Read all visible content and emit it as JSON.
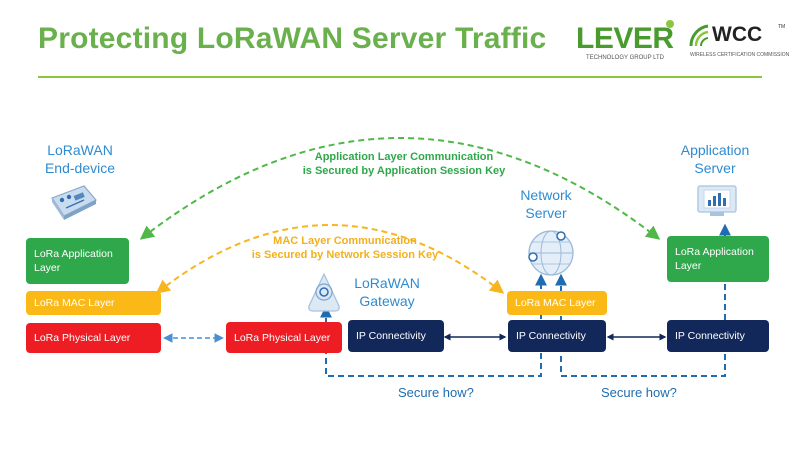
{
  "slide": {
    "title": "Protecting LoRaWAN Server Traffic"
  },
  "logos": {
    "lever": {
      "word": "LEVER",
      "subtitle": "TECHNOLOGY GROUP LTD"
    },
    "wcc": {
      "word": "WCC",
      "tm": "TM",
      "subtitle": "WIRELESS CERTIFICATION COMMISSION"
    }
  },
  "nodes": {
    "end_device": {
      "line1": "LoRaWAN",
      "line2": "End-device",
      "icon": "end-device-icon"
    },
    "gateway": {
      "line1": "LoRaWAN",
      "line2": "Gateway",
      "icon": "gateway-icon"
    },
    "network_server": {
      "line1": "Network",
      "line2": "Server",
      "icon": "network-server-icon"
    },
    "application_server": {
      "line1": "Application",
      "line2": "Server",
      "icon": "application-server-icon"
    }
  },
  "layers": {
    "end_device_app": "LoRa Application Layer",
    "end_device_mac": "LoRa MAC Layer",
    "end_device_phy": "LoRa Physical Layer",
    "gateway_phy": "LoRa Physical Layer",
    "gateway_ip": "IP Connectivity",
    "network_mac": "LoRa MAC Layer",
    "network_ip": "IP Connectivity",
    "app_server_app": "LoRa Application Layer",
    "app_server_ip": "IP Connectivity"
  },
  "captions": {
    "app_layer": {
      "line1": "Application Layer Communication",
      "line2": "is Secured by Application Session Key"
    },
    "mac_layer": {
      "line1": "MAC Layer Communication",
      "line2": "is Secured by Network Session Key"
    }
  },
  "questions": {
    "left": "Secure how?",
    "right": "Secure how?"
  },
  "colors": {
    "title": "#6ab04c",
    "application_layer": "#2ea84a",
    "mac_layer": "#fbb917",
    "physical_layer": "#ee1d24",
    "ip_connectivity": "#13285a",
    "node_label": "#2e8bd0",
    "secure_path": "#1f6db0"
  }
}
